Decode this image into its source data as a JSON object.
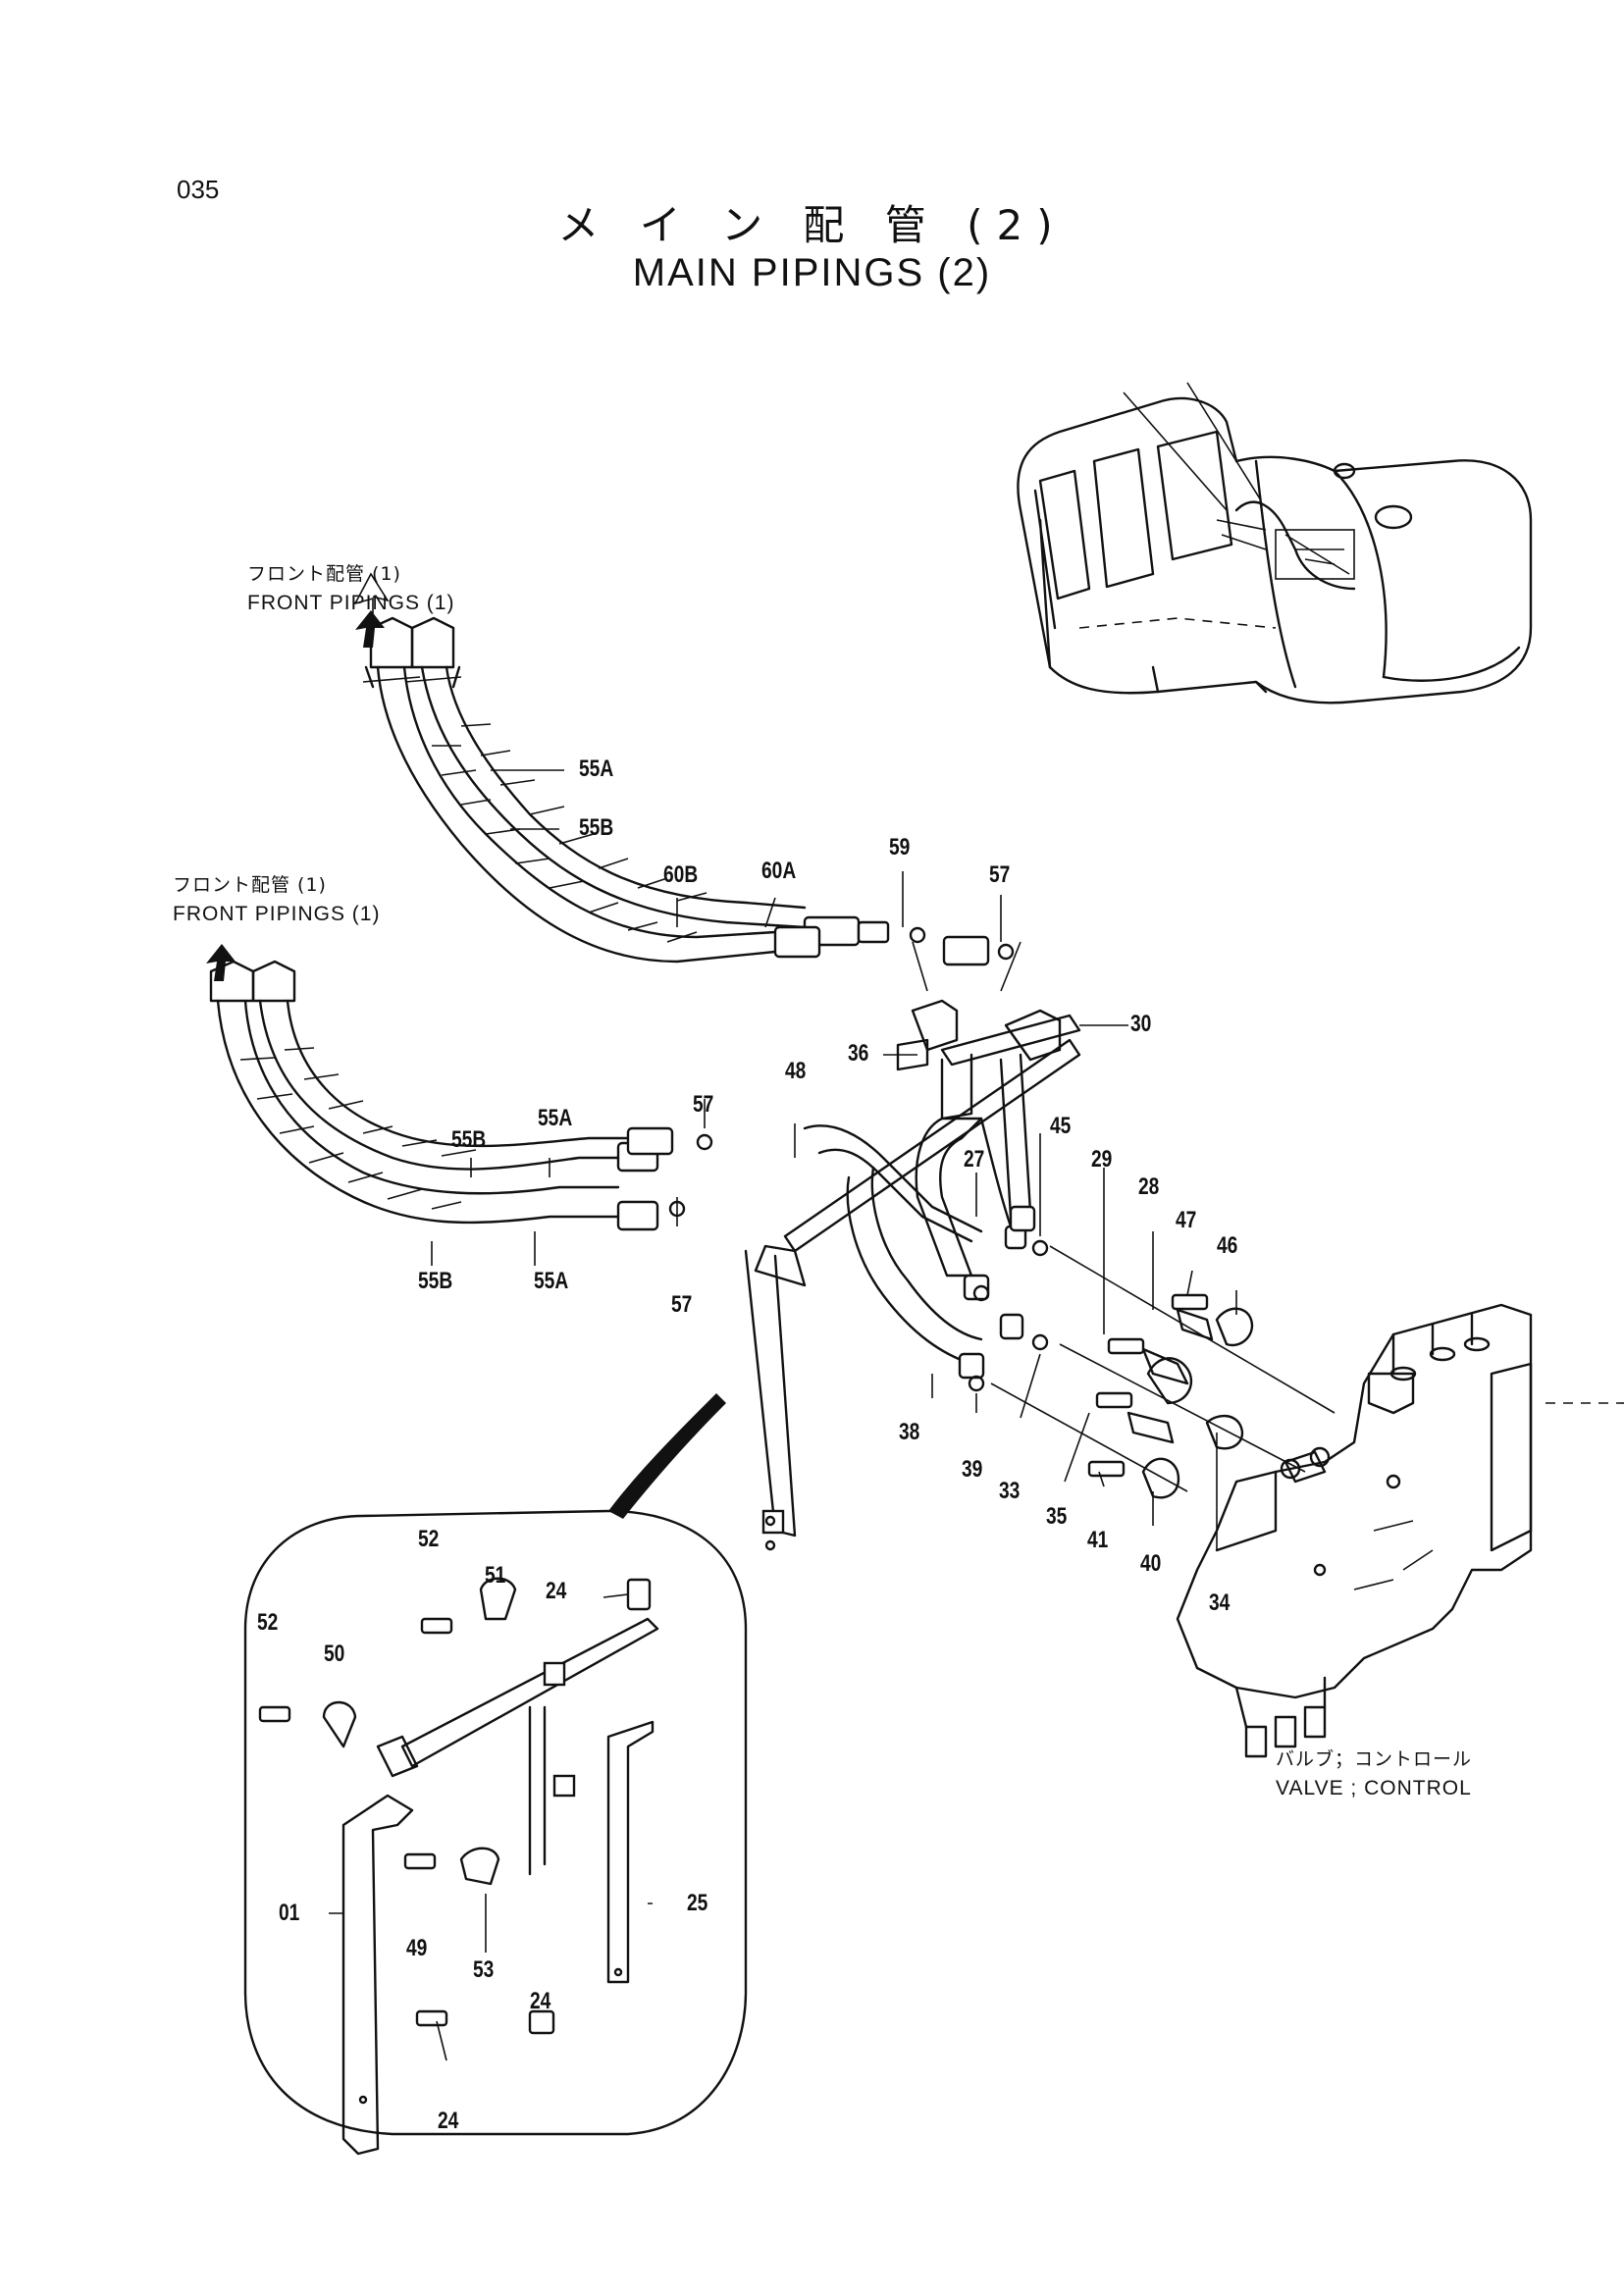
{
  "page_number": "035",
  "title_jp": "メ イ ン 配 管 (2)",
  "title_en": "MAIN PIPINGS (2)",
  "references": {
    "front_upper_jp": "フロント配管 (1)",
    "front_upper_en": "FRONT PIPINGS (1)",
    "front_lower_jp": "フロント配管 (1)",
    "front_lower_en": "FRONT PIPINGS (1)",
    "valve_jp": "バルブ；コントロール",
    "valve_en": "VALVE ; CONTROL"
  },
  "callouts": {
    "c55A_upper": "55A",
    "c55B_upper": "55B",
    "c60B": "60B",
    "c60A": "60A",
    "c59": "59",
    "c57_upper": "57",
    "c30": "30",
    "c36": "36",
    "c48": "48",
    "c57_mid": "57",
    "c55B_mid": "55B",
    "c55A_mid": "55A",
    "c55B_low": "55B",
    "c55A_low": "55A",
    "c57_low": "57",
    "c27": "27",
    "c45": "45",
    "c29": "29",
    "c28": "28",
    "c47": "47",
    "c46": "46",
    "c38": "38",
    "c39": "39",
    "c33": "33",
    "c35": "35",
    "c41": "41",
    "c40": "40",
    "c34": "34",
    "c52_top": "52",
    "c51": "51",
    "c24_top": "24",
    "c52_left": "52",
    "c50": "50",
    "c01": "01",
    "c49": "49",
    "c53": "53",
    "c25": "25",
    "c24_mid": "24",
    "c24_bottom": "24"
  }
}
